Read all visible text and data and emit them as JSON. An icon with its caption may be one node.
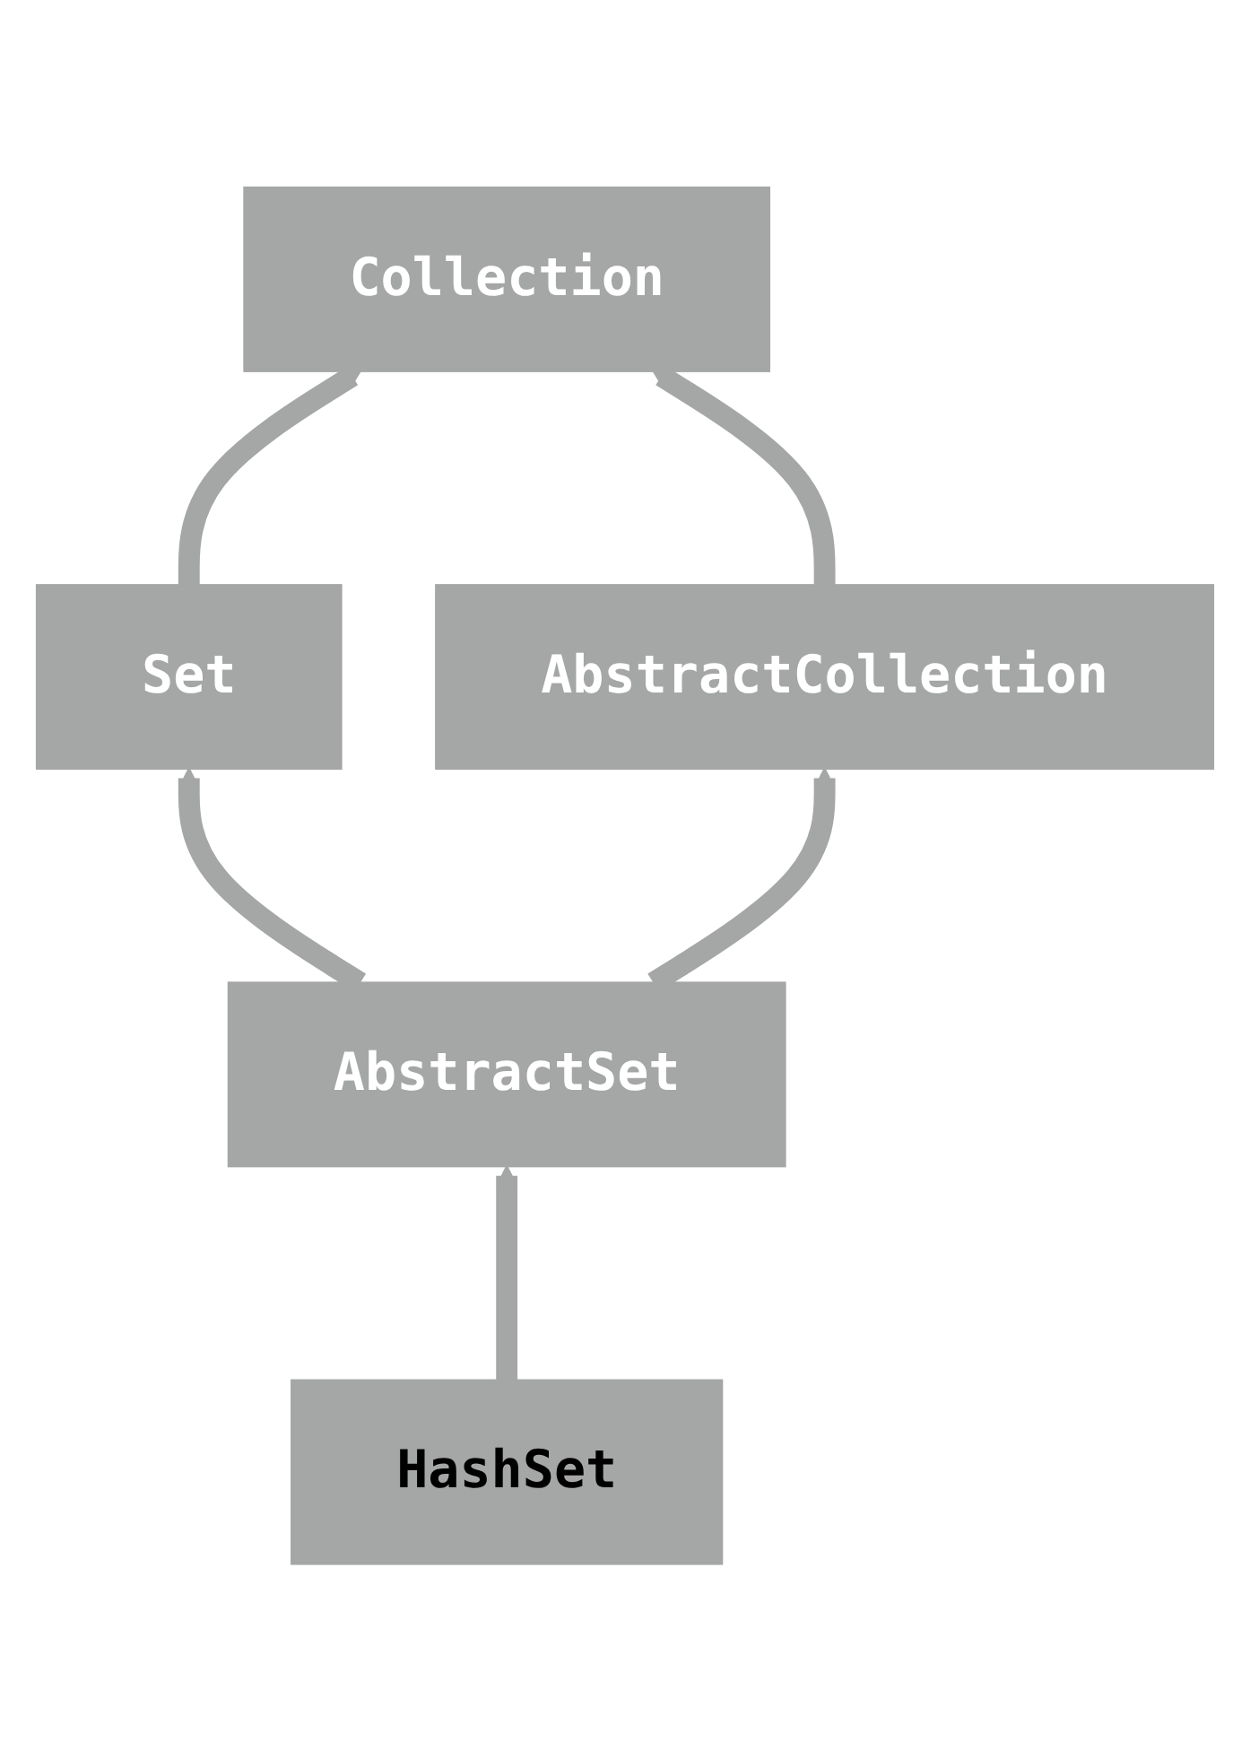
{
  "diagram": {
    "nodes": [
      {
        "text": [
          "Collection"
        ]
      },
      {
        "text": [
          "Set"
        ]
      },
      {
        "text": [
          "AbstractCollection"
        ]
      },
      {
        "text": [
          "AbstractSet"
        ]
      },
      {
        "text": [
          "HashSet"
        ]
      }
    ],
    "edges": [
      {
        "from": 1,
        "to": 0,
        "arrow": "to"
      },
      {
        "from": 2,
        "to": 0,
        "arrow": "to"
      },
      {
        "from": 3,
        "to": 2,
        "arrow": "to"
      },
      {
        "from": 3,
        "to": 1,
        "arrow": "to"
      },
      {
        "from": 4,
        "to": 3,
        "arrow": "to"
      }
    ]
  }
}
